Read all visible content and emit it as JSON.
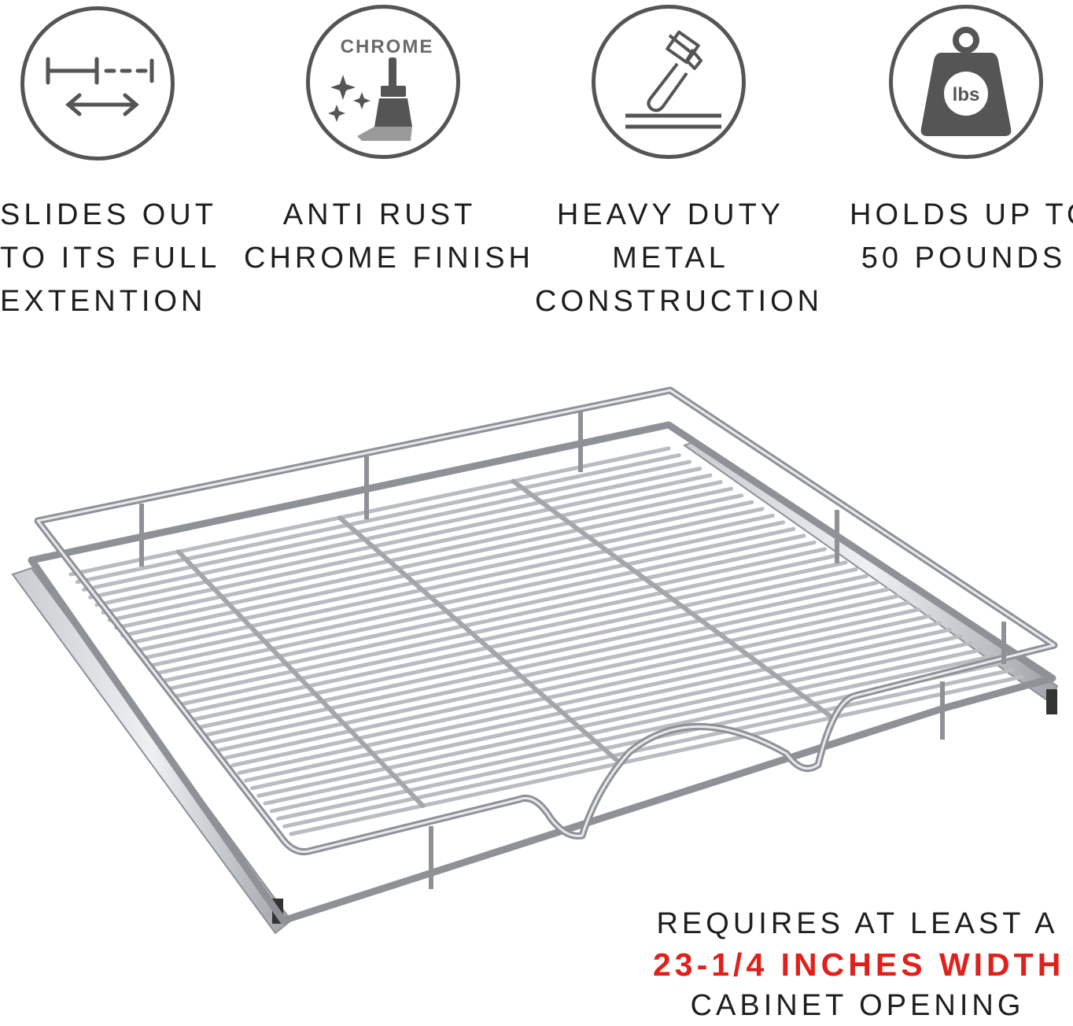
{
  "features": [
    {
      "icon": "extension-ruler-icon",
      "lines": [
        "SLIDES OUT",
        "TO ITS FULL",
        "EXTENTION"
      ]
    },
    {
      "icon": "chrome-brush-icon",
      "badge_text": "CHROME",
      "lines": [
        "ANTI RUST",
        "CHROME FINISH"
      ]
    },
    {
      "icon": "hammer-icon",
      "lines": [
        "HEAVY DUTY",
        "METAL",
        "CONSTRUCTION"
      ]
    },
    {
      "icon": "weight-icon",
      "badge_text": "lbs",
      "lines": [
        "HOLDS UP TO",
        "50 POUNDS"
      ]
    }
  ],
  "note": {
    "line1": "REQUIRES AT LEAST A",
    "highlight": "23-1/4 INCHES WIDTH",
    "line3": "CABINET OPENING"
  },
  "colors": {
    "icon_gray": "#555555",
    "highlight_red": "#e0201b",
    "chrome": "#b9bcc0"
  }
}
